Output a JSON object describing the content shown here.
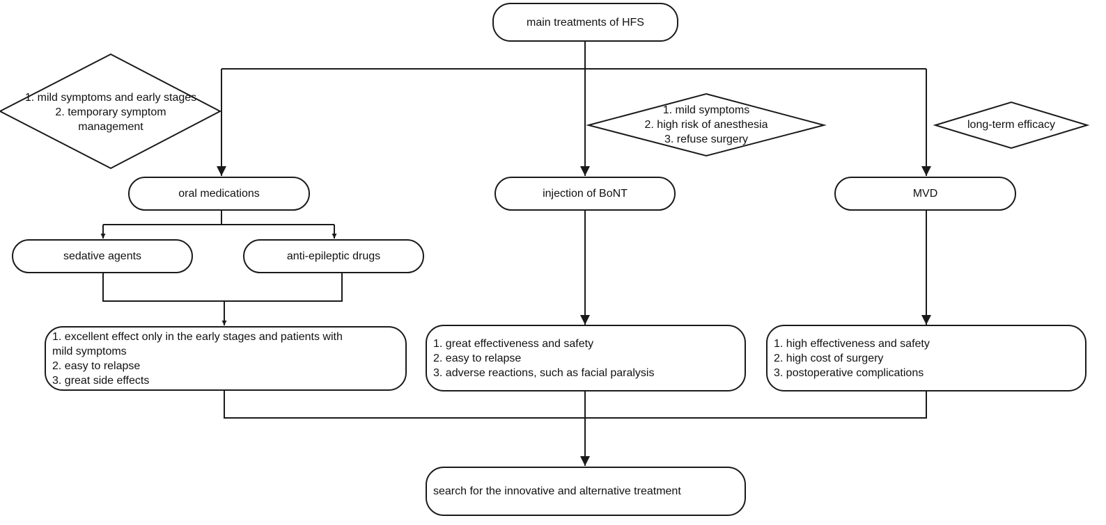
{
  "nodes": {
    "root": "main treatments of HFS",
    "oral": "oral medications",
    "bont": "injection of BoNT",
    "mvd": "MVD",
    "sedative": "sedative agents",
    "antiepileptic": "anti-epileptic drugs",
    "final": "search for the innovative and alternative treatment"
  },
  "conditions": {
    "oral": [
      "1. mild symptoms and early stages",
      "2. temporary symptom",
      "management"
    ],
    "bont": [
      "1. mild symptoms",
      "2. high risk of anesthesia",
      "3. refuse surgery"
    ],
    "mvd": [
      "long-term efficacy"
    ]
  },
  "outcomes": {
    "oral": [
      "1. excellent effect only in the early stages and patients with",
      "mild symptoms",
      "2. easy to relapse",
      "3. great side effects"
    ],
    "bont": [
      "1. great effectiveness and safety",
      "2. easy to relapse",
      "3. adverse reactions, such as facial paralysis"
    ],
    "mvd": [
      "1. high effectiveness and safety",
      "2. high cost of surgery",
      "3. postoperative complications"
    ]
  }
}
